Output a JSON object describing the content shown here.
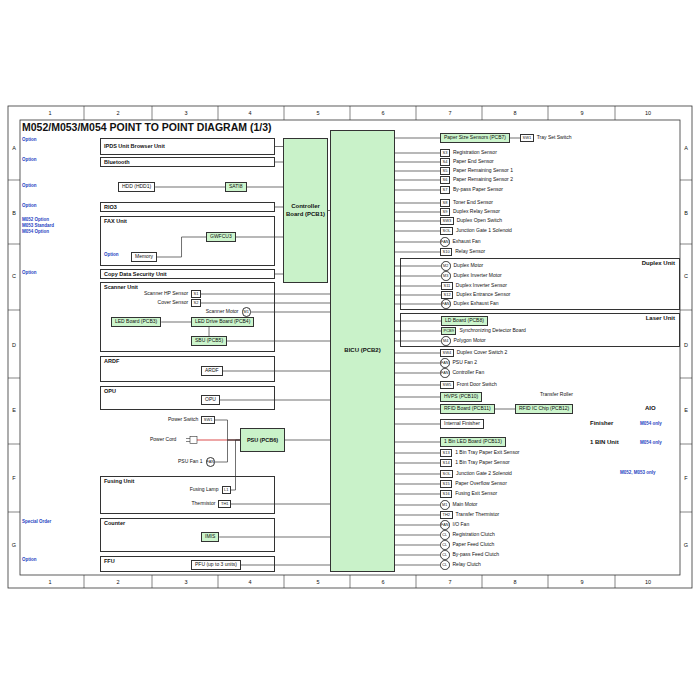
{
  "diagram": {
    "title": "M052/M053/M054 POINT TO POINT DIAGRAM (1/3)",
    "nodes": [
      {
        "text": [
          "Controller Board (PCB1)"
        ]
      },
      {
        "text": [
          "BICU (PCB2)"
        ]
      },
      {
        "text": [
          "IPDS Unit Browser Unit"
        ]
      },
      {
        "text": [
          "Bluetooth"
        ]
      },
      {
        "text": [
          "HDD (HDD1)"
        ]
      },
      {
        "text": [
          "SATI8"
        ]
      },
      {
        "text": [
          "RIO3"
        ]
      },
      {
        "text": [
          "FAX Unit"
        ]
      },
      {
        "text": [
          "GWFCU3"
        ],
        "in": 7
      },
      {
        "text": [
          "Memory"
        ],
        "in": 7
      },
      {
        "text": [
          "Copy Data Security Unit"
        ]
      },
      {
        "text": [
          "Scanner Unit"
        ]
      },
      {
        "text": [
          "LED Board (PCB3)"
        ],
        "in": 11
      },
      {
        "text": [
          "LED Drive Board (PCB4)"
        ],
        "in": 11
      },
      {
        "text": [
          "SBU (PCB5)"
        ],
        "in": 11
      },
      {
        "text": [
          "S1",
          "Scanner HP Sensor"
        ],
        "in": 11
      },
      {
        "text": [
          "S2",
          "Cover Sensor"
        ],
        "in": 11
      },
      {
        "text": [
          "M1",
          "Scanner Motor"
        ],
        "in": 11
      },
      {
        "text": [
          "ARDF"
        ]
      },
      {
        "text": [
          "ARDF"
        ],
        "in": 18
      },
      {
        "text": [
          "OPU"
        ]
      },
      {
        "text": [
          "OPU"
        ],
        "in": 20
      },
      {
        "text": [
          "PSU (PCB6)"
        ]
      },
      {
        "text": [
          "SW1",
          "Power Switch"
        ]
      },
      {
        "text": [
          "FAN",
          "PSU Fan 1"
        ]
      },
      {
        "text": [
          "Fusing Unit"
        ]
      },
      {
        "text": [
          "L1",
          "Fusing Lamp"
        ],
        "in": 25
      },
      {
        "text": [
          "TH1",
          "Thermistor"
        ],
        "in": 25
      },
      {
        "text": [
          "Counter"
        ]
      },
      {
        "text": [
          "IMIS"
        ],
        "in": 28
      },
      {
        "text": [
          "FFU"
        ]
      },
      {
        "text": [
          "PFU (up to 3 units)"
        ],
        "in": 30
      },
      {
        "text": [
          "Paper Size Sensors (PCB7)"
        ]
      },
      {
        "text": [
          "SW1",
          "Tray Set Switch"
        ]
      },
      {
        "text": [
          "S3",
          "Registration Sensor"
        ]
      },
      {
        "text": [
          "S4",
          "Paper End Sensor"
        ]
      },
      {
        "text": [
          "S5",
          "Paper Remaining Sensor 1"
        ]
      },
      {
        "text": [
          "S6",
          "Paper Remaining Sensor 2"
        ]
      },
      {
        "text": [
          "S7",
          "By-pass Paper Sensor"
        ]
      },
      {
        "text": [
          "S8",
          "Toner End Sensor"
        ]
      },
      {
        "text": [
          "S9",
          "Duplex Relay Sensor"
        ]
      },
      {
        "text": [
          "SW3",
          "Duplex Open Switch"
        ]
      },
      {
        "text": [
          "SOL",
          "Junction Gate 1 Solenoid"
        ]
      },
      {
        "text": [
          "FAN",
          "Exhaust Fan"
        ]
      },
      {
        "text": [
          "S10",
          "Relay Sensor"
        ]
      },
      {
        "text": [
          "Duplex Unit"
        ]
      },
      {
        "text": [
          "M2",
          "Duplex Motor"
        ],
        "in": 45
      },
      {
        "text": [
          "M3",
          "Duplex Inverter Motor"
        ],
        "in": 45
      },
      {
        "text": [
          "S11",
          "Duplex Inverter Sensor"
        ],
        "in": 45
      },
      {
        "text": [
          "S12",
          "Duplex Entrance Sensor"
        ],
        "in": 45
      },
      {
        "text": [
          "FAN",
          "Duplex Exhaust Fan"
        ],
        "in": 45
      },
      {
        "text": [
          "Laser Unit"
        ]
      },
      {
        "text": [
          "LD Board (PCB8)"
        ],
        "in": 51
      },
      {
        "text": [
          "PCB9",
          "Synchronizing Detector Board"
        ],
        "in": 51
      },
      {
        "text": [
          "M4",
          "Polygon Motor"
        ],
        "in": 51
      },
      {
        "text": [
          "SW4",
          "Duplex Cover Switch 2"
        ]
      },
      {
        "text": [
          "FAN",
          "PSU Fan 2"
        ]
      },
      {
        "text": [
          "FAN",
          "Controller Fan"
        ]
      },
      {
        "text": [
          "SW5",
          "Front Door Switch"
        ]
      },
      {
        "text": [
          "HVPS (PCB10)"
        ]
      },
      {
        "text": [
          "RFID Board (PCB11)"
        ]
      },
      {
        "text": [
          "RFID IC Chip (PCB12)"
        ]
      },
      {
        "text": [
          "Internal Finisher"
        ]
      },
      {
        "text": [
          "1 Bin LED Board (PCB13)"
        ]
      },
      {
        "text": [
          "S13",
          "1 Bin Tray Paper Exit Sensor"
        ]
      },
      {
        "text": [
          "S14",
          "1 Bin Tray Paper Sensor"
        ]
      },
      {
        "text": [
          "SOL",
          "Junction Gate 2 Solenoid"
        ]
      },
      {
        "text": [
          "S15",
          "Paper Overflow Sensor"
        ]
      },
      {
        "text": [
          "S16",
          "Fusing Exit Sensor"
        ]
      },
      {
        "text": [
          "M1",
          "Main Motor"
        ]
      },
      {
        "text": [
          "TH2",
          "Transfer Thermistor"
        ]
      },
      {
        "text": [
          "FAN",
          "I/O Fan"
        ]
      },
      {
        "text": [
          "CL",
          "Registration Clutch"
        ]
      },
      {
        "text": [
          "CL",
          "Paper Feed Clutch"
        ]
      },
      {
        "text": [
          "CL",
          "By-pass Feed Clutch"
        ]
      },
      {
        "text": [
          "CL",
          "Relay Clutch"
        ]
      }
    ],
    "edges": [
      {
        "from": 0,
        "to": 1,
        "arrow": "none"
      },
      {
        "from": 2,
        "to": 0,
        "arrow": "none"
      },
      {
        "from": 3,
        "to": 0,
        "arrow": "none"
      },
      {
        "from": 4,
        "to": 5,
        "arrow": "none"
      },
      {
        "from": 5,
        "to": 0,
        "arrow": "none"
      },
      {
        "from": 6,
        "to": 0,
        "arrow": "none"
      },
      {
        "from": 8,
        "to": 0,
        "arrow": "none"
      },
      {
        "from": 9,
        "to": 8,
        "arrow": "none"
      },
      {
        "from": 10,
        "to": 0,
        "arrow": "none"
      },
      {
        "from": 12,
        "to": 13,
        "arrow": "none"
      },
      {
        "from": 13,
        "to": 14,
        "arrow": "none"
      },
      {
        "from": 14,
        "to": 1,
        "arrow": "none"
      },
      {
        "from": 15,
        "to": 1,
        "arrow": "none"
      },
      {
        "from": 16,
        "to": 1,
        "arrow": "none"
      },
      {
        "from": 17,
        "to": 1,
        "arrow": "none"
      },
      {
        "from": 19,
        "to": 1,
        "arrow": "none"
      },
      {
        "from": 21,
        "to": 1,
        "arrow": "none"
      },
      {
        "from": 22,
        "to": 1,
        "arrow": "none"
      },
      {
        "from": 23,
        "to": 22,
        "arrow": "none"
      },
      {
        "from": 24,
        "to": 22,
        "arrow": "none"
      },
      {
        "from": 26,
        "to": 22,
        "arrow": "none"
      },
      {
        "from": 27,
        "to": 1,
        "arrow": "none"
      },
      {
        "from": 29,
        "to": 1,
        "arrow": "none"
      },
      {
        "from": 31,
        "to": 1,
        "arrow": "none"
      },
      {
        "from": 1,
        "to": 32,
        "arrow": "none"
      },
      {
        "from": 32,
        "to": 33,
        "arrow": "none"
      },
      {
        "from": 1,
        "to": 34,
        "arrow": "none"
      },
      {
        "from": 1,
        "to": 35,
        "arrow": "none"
      },
      {
        "from": 1,
        "to": 36,
        "arrow": "none"
      },
      {
        "from": 1,
        "to": 37,
        "arrow": "none"
      },
      {
        "from": 1,
        "to": 38,
        "arrow": "none"
      },
      {
        "from": 1,
        "to": 39,
        "arrow": "none"
      },
      {
        "from": 1,
        "to": 40,
        "arrow": "none"
      },
      {
        "from": 1,
        "to": 41,
        "arrow": "none"
      },
      {
        "from": 1,
        "to": 42,
        "arrow": "none"
      },
      {
        "from": 1,
        "to": 43,
        "arrow": "none"
      },
      {
        "from": 1,
        "to": 44,
        "arrow": "none"
      },
      {
        "from": 1,
        "to": 46,
        "arrow": "none"
      },
      {
        "from": 1,
        "to": 47,
        "arrow": "none"
      },
      {
        "from": 1,
        "to": 48,
        "arrow": "none"
      },
      {
        "from": 1,
        "to": 49,
        "arrow": "none"
      },
      {
        "from": 1,
        "to": 50,
        "arrow": "none"
      },
      {
        "from": 1,
        "to": 52,
        "arrow": "none"
      },
      {
        "from": 1,
        "to": 53,
        "arrow": "none"
      },
      {
        "from": 1,
        "to": 54,
        "arrow": "none"
      },
      {
        "from": 1,
        "to": 55,
        "arrow": "none"
      },
      {
        "from": 1,
        "to": 56,
        "arrow": "none"
      },
      {
        "from": 1,
        "to": 57,
        "arrow": "none"
      },
      {
        "from": 1,
        "to": 58,
        "arrow": "none"
      },
      {
        "from": 1,
        "to": 59,
        "arrow": "none"
      },
      {
        "from": 1,
        "to": 60,
        "arrow": "none"
      },
      {
        "from": 60,
        "to": 61,
        "arrow": "none"
      },
      {
        "from": 1,
        "to": 62,
        "arrow": "none"
      },
      {
        "from": 1,
        "to": 63,
        "arrow": "none"
      },
      {
        "from": 1,
        "to": 64,
        "arrow": "none"
      },
      {
        "from": 1,
        "to": 65,
        "arrow": "none"
      },
      {
        "from": 1,
        "to": 66,
        "arrow": "none"
      },
      {
        "from": 1,
        "to": 67,
        "arrow": "none"
      },
      {
        "from": 1,
        "to": 68,
        "arrow": "none"
      },
      {
        "from": 1,
        "to": 69,
        "arrow": "none"
      },
      {
        "from": 1,
        "to": 70,
        "arrow": "none"
      },
      {
        "from": 1,
        "to": 71,
        "arrow": "none"
      },
      {
        "from": 1,
        "to": 72,
        "arrow": "none"
      },
      {
        "from": 1,
        "to": 73,
        "arrow": "none"
      },
      {
        "from": 1,
        "to": 74,
        "arrow": "none"
      },
      {
        "from": 1,
        "to": 75,
        "arrow": "none"
      }
    ],
    "labels": [
      "1",
      "2",
      "3",
      "4",
      "5",
      "6",
      "7",
      "8",
      "9",
      "10",
      "1",
      "2",
      "3",
      "4",
      "5",
      "6",
      "7",
      "8",
      "9",
      "10",
      "A",
      "B",
      "C",
      "D",
      "E",
      "F",
      "G",
      "A",
      "B",
      "C",
      "D",
      "E",
      "F",
      "G",
      "Option",
      "Option",
      "Option",
      "Option",
      "M052 Option",
      "M053 Standard",
      "M054 Option",
      "Option",
      "Option",
      "Power Cord",
      "Special Order",
      "Option",
      "Transfer Roller",
      "AIO",
      "Finisher",
      "M054 only",
      "1 BIN Unit",
      "M054 only",
      "M052, M053 only"
    ]
  }
}
